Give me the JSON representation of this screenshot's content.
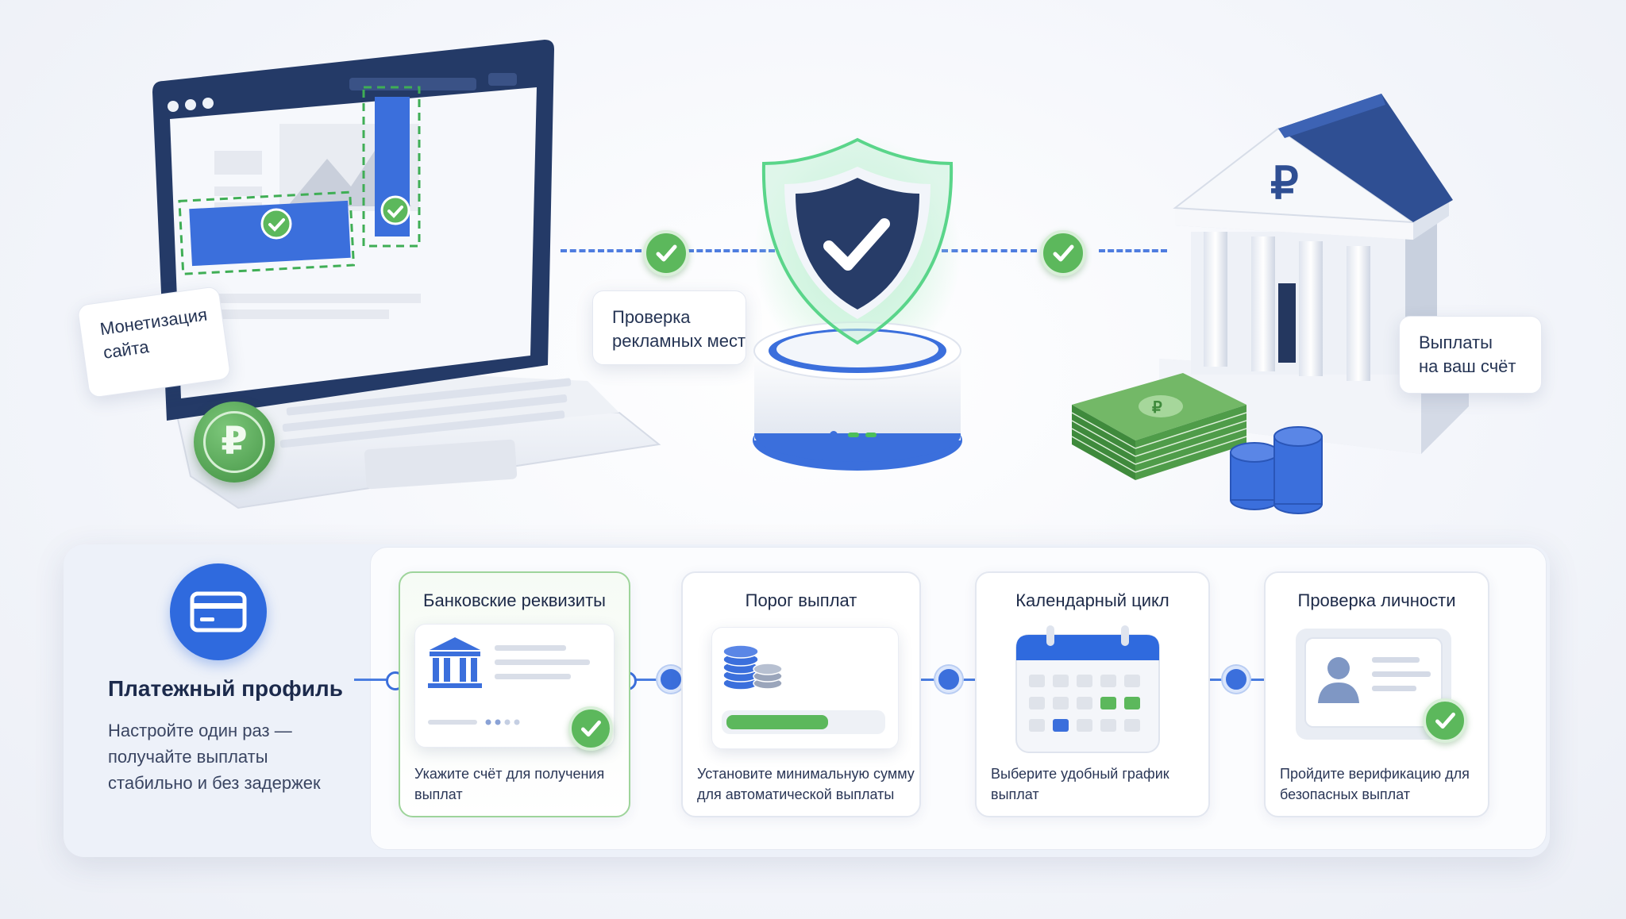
{
  "flow": {
    "monetization_label": [
      "Монетизация",
      "сайта"
    ],
    "verification_label": [
      "Проверка",
      "рекламных мест"
    ],
    "payout_label": [
      "Выплаты",
      "на ваш счёт"
    ],
    "currency_symbol": "₽"
  },
  "profile": {
    "title": "Платежный профиль",
    "description": [
      "Настройте один раз —",
      "получайте выплаты",
      "стабильно и без задержек"
    ],
    "icon": "credit-card-icon"
  },
  "steps": [
    {
      "title": "Банковские реквизиты",
      "description": [
        "Укажите счёт для получения",
        "выплат"
      ],
      "icon": "bank-icon",
      "active": true,
      "completed": true
    },
    {
      "title": "Порог выплат",
      "description": [
        "Установите минимальную сумму",
        "для автоматической выплаты"
      ],
      "icon": "coins-icon",
      "active": false,
      "completed": false
    },
    {
      "title": "Календарный цикл",
      "description": [
        "Выберите удобный график",
        "выплат"
      ],
      "icon": "calendar-icon",
      "active": false,
      "completed": false
    },
    {
      "title": "Проверка личности",
      "description": [
        "Пройдите верификацию для",
        "безопасных выплат"
      ],
      "icon": "id-card-icon",
      "active": false,
      "completed": true
    }
  ],
  "colors": {
    "accent_blue": "#3b6fdc",
    "navy": "#2b3f6b",
    "success_green": "#5cb85c",
    "money_green": "#5aa35a"
  }
}
